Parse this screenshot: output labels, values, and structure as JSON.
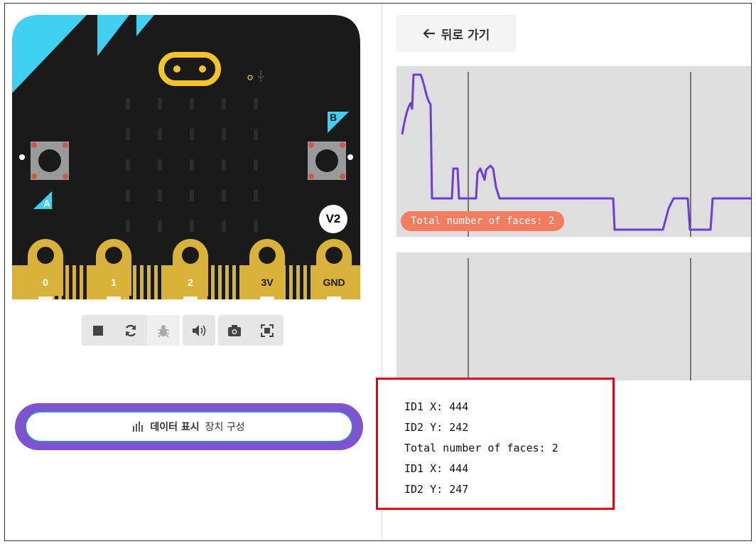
{
  "simulator": {
    "pins": [
      "0",
      "1",
      "2",
      "3V",
      "GND"
    ],
    "button_a": "A",
    "button_b": "B",
    "version_badge": "V2",
    "toolbar": {
      "groups": [
        [
          "stop-icon",
          "restart-icon",
          "debug-icon"
        ],
        [
          "sound-icon"
        ],
        [
          "screenshot-icon",
          "fullscreen-icon"
        ]
      ]
    },
    "colors": {
      "board": "#1a1a1a",
      "accent": "#3fd0f0",
      "gold": "#d9b23a",
      "button_pad": "#c85a4c"
    }
  },
  "data_display": {
    "icon": "bar-chart-icon",
    "label_strong": "데이터 표시",
    "label": "장치 구성",
    "colors": {
      "outer": "#7f52d0",
      "inner_border": "#3b84c9"
    }
  },
  "back_button": {
    "icon": "arrow-left-icon",
    "label": "뒤로 가기"
  },
  "plots": [
    {
      "series_label": "Total number of faces: 2",
      "line_color": "#6b3fd4",
      "label_color": "#f47d60"
    },
    {}
  ],
  "serial_log": {
    "lines": [
      "ID1 X: 444",
      "ID2 Y: 242",
      "Total number of faces: 2",
      "ID1 X: 444",
      "ID2 Y: 247"
    ],
    "highlight_color": "#e3001b"
  }
}
